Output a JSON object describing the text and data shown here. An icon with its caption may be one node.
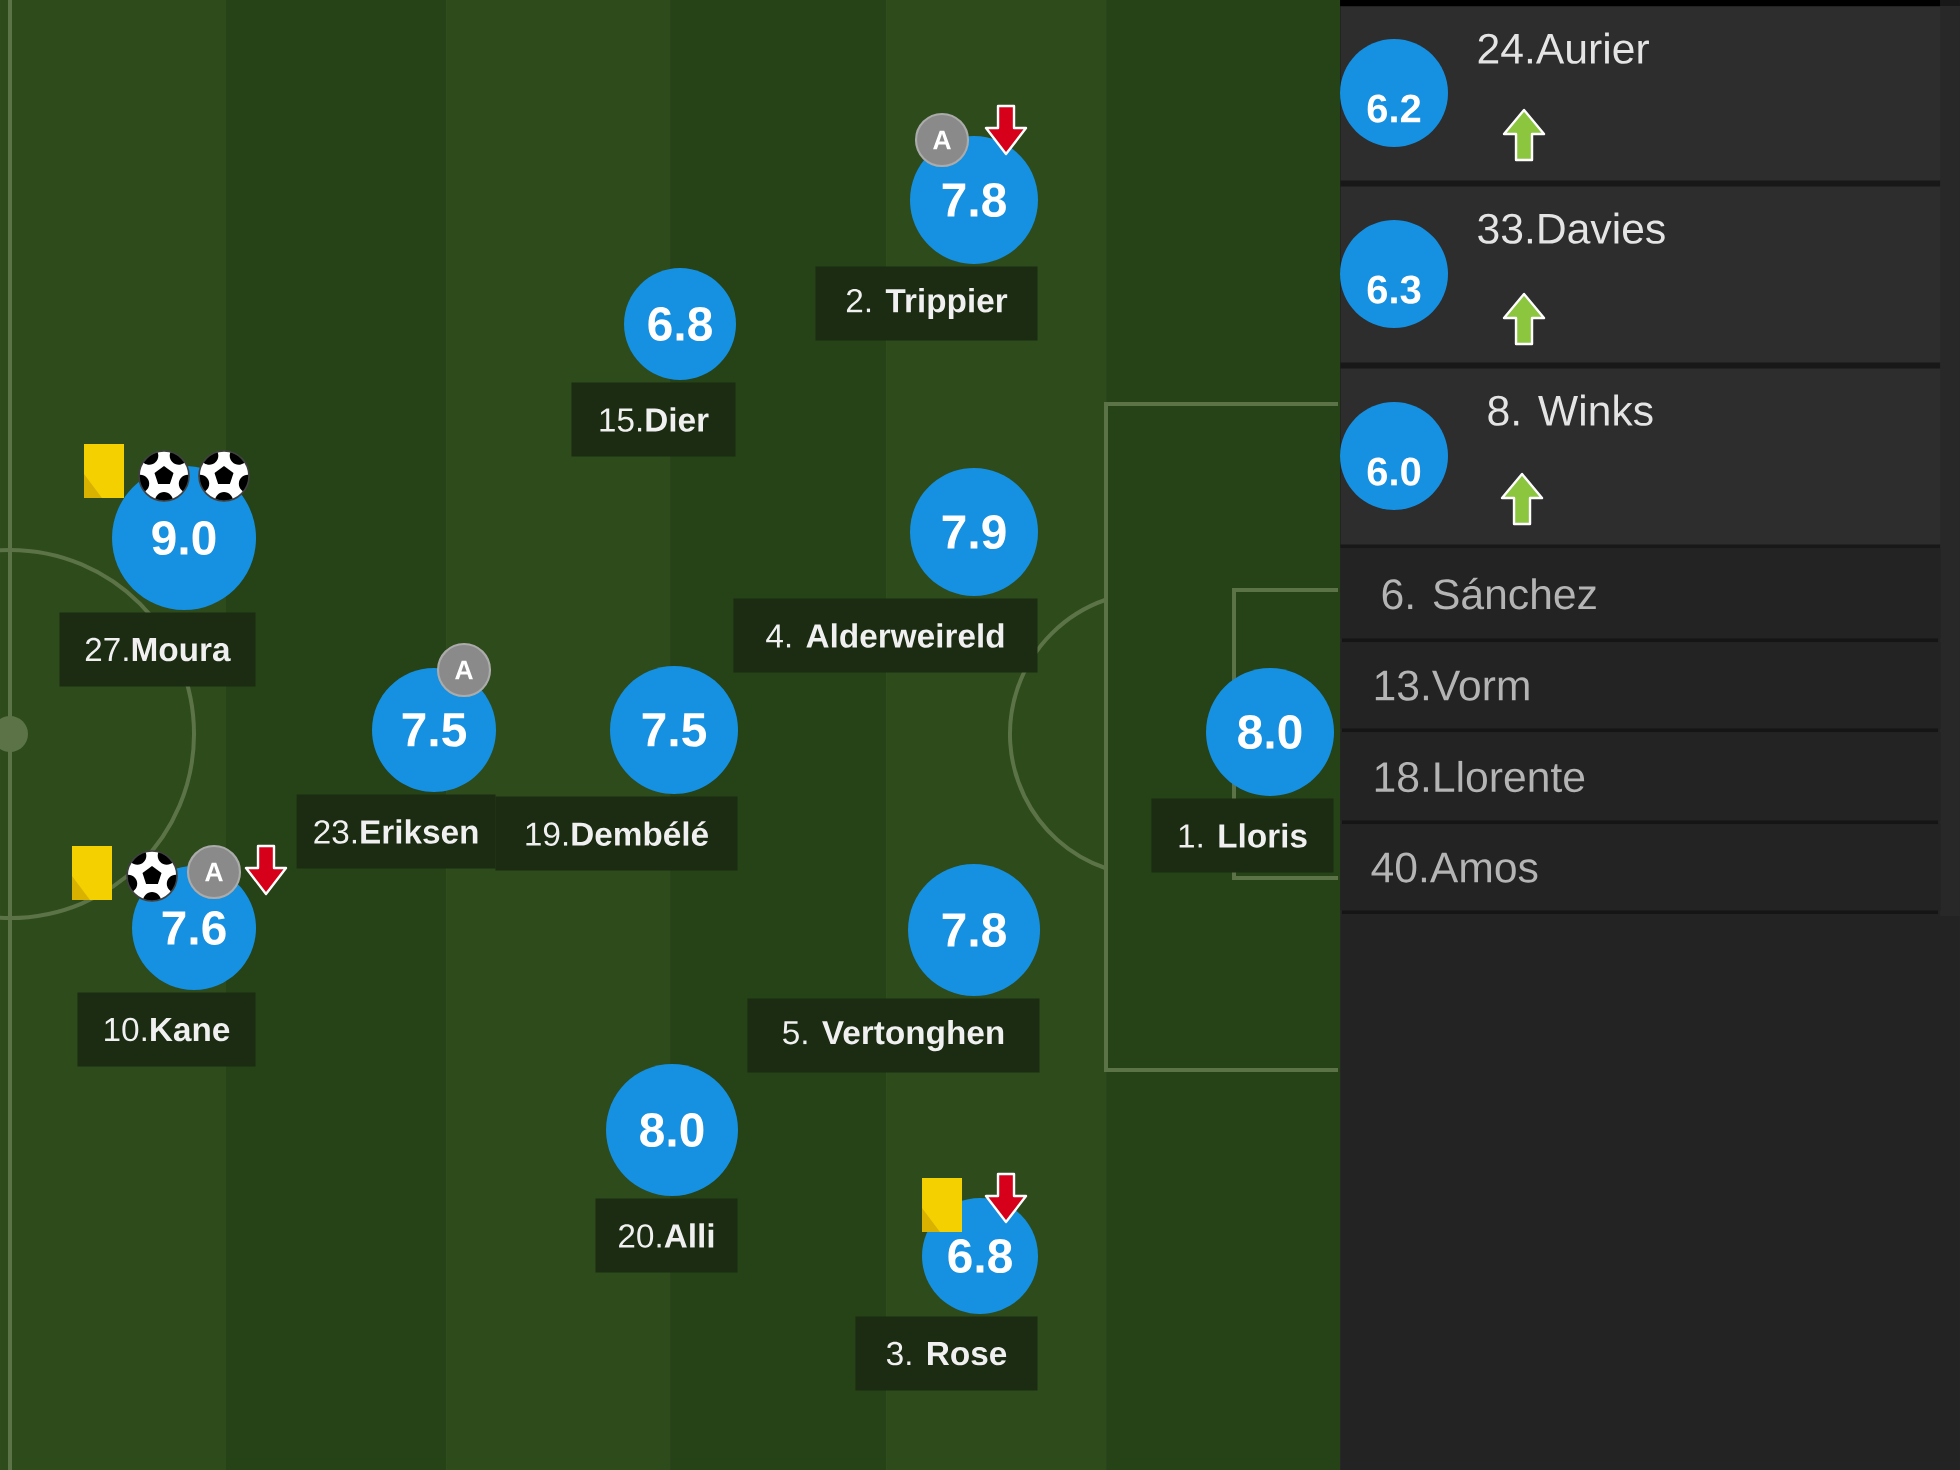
{
  "diagram": {
    "nodes": [
      {
        "text": [
          "7.8"
        ],
        "beside": [
          "2. **Trippier**"
        ]
      },
      {
        "text": [
          "A"
        ]
      },
      {
        "text": [
          "6.8"
        ],
        "beside": [
          "15.**Dier**"
        ]
      },
      {
        "text": [
          "9.0"
        ],
        "beside": [
          "27.**Moura**"
        ]
      },
      {
        "text": [
          "7.9"
        ],
        "beside": [
          "4. **Alderweireld**"
        ]
      },
      {
        "text": [
          "7.5"
        ],
        "beside": [
          "23.**Eriksen**"
        ]
      },
      {
        "text": [
          "A"
        ]
      },
      {
        "text": [
          "7.5"
        ],
        "beside": [
          "19.**Dembélé**"
        ]
      },
      {
        "text": [
          "8.0"
        ],
        "beside": [
          "1. **Lloris**"
        ]
      },
      {
        "text": [
          "7.6"
        ],
        "beside": [
          "10.**Kane**"
        ]
      },
      {
        "text": [
          "A"
        ]
      },
      {
        "text": [
          "7.8"
        ],
        "beside": [
          "5. **Vertonghen**"
        ]
      },
      {
        "text": [
          "8.0"
        ],
        "beside": [
          "20.**Alli**"
        ]
      },
      {
        "text": [
          "6.8"
        ],
        "beside": [
          "3. **Rose**"
        ]
      },
      {
        "text": [
          "24.Aurier"
        ]
      },
      {
        "text": [
          "6.2"
        ],
        "in": 14
      },
      {
        "text": [
          "33.Davies"
        ]
      },
      {
        "text": [
          "6.3"
        ],
        "in": 16
      },
      {
        "text": [
          "8. Winks"
        ]
      },
      {
        "text": [
          "6.0"
        ],
        "in": 18
      },
      {
        "text": [
          "6. Sánchez"
        ]
      },
      {
        "text": [
          "13.Vorm"
        ]
      },
      {
        "text": [
          "18.Llorente"
        ]
      },
      {
        "text": [
          "40.Amos"
        ]
      }
    ]
  }
}
